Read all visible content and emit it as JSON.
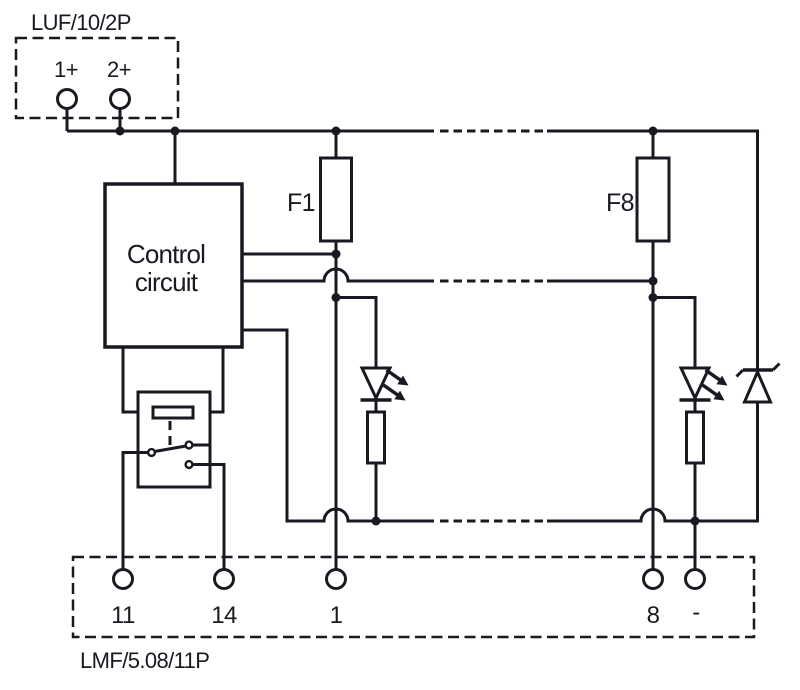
{
  "schematic": {
    "upper_block": {
      "label": "LUF/10/2P",
      "terminals": [
        "1+",
        "2+"
      ]
    },
    "control": {
      "line1": "Control",
      "line2": "circuit"
    },
    "fuses": [
      "F1",
      "F8"
    ],
    "lower_block": {
      "label": "LMF/5.08/11P",
      "terminals": [
        "11",
        "14",
        "1",
        "8",
        "-"
      ]
    },
    "colors": {
      "line": "#191922",
      "background": "#ffffff"
    }
  }
}
